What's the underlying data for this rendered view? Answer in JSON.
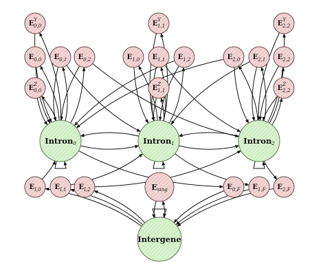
{
  "diagram": {
    "colors": {
      "exon_fill": "#f3d6d6",
      "exon_stroke": "#6b4a4a",
      "hub_fill": "#d9f3cf",
      "hub_stroke": "#5f7a55",
      "edge": "#111111"
    },
    "nodes": {
      "intron0": {
        "type": "hub",
        "base": "Intron",
        "sub": "0"
      },
      "intron1": {
        "type": "hub",
        "base": "Intron",
        "sub": "1"
      },
      "intron2": {
        "type": "hub",
        "base": "Intron",
        "sub": "2"
      },
      "intergene": {
        "type": "hub",
        "base": "Intergene",
        "sub": ""
      },
      "E0Y": {
        "type": "exon",
        "base": "E",
        "sub": "0,0",
        "sup": "Y"
      },
      "E00": {
        "type": "exon",
        "base": "E",
        "sub": "0,0",
        "sup": ""
      },
      "E0Z": {
        "type": "exon",
        "base": "E",
        "sub": "0,0",
        "sup": "Z"
      },
      "E01": {
        "type": "exon",
        "base": "E",
        "sub": "0,1",
        "sup": ""
      },
      "E02": {
        "type": "exon",
        "base": "E",
        "sub": "0,2",
        "sup": ""
      },
      "E10": {
        "type": "exon",
        "base": "E",
        "sub": "1,0",
        "sup": ""
      },
      "E11": {
        "type": "exon",
        "base": "E",
        "sub": "1,1",
        "sup": ""
      },
      "E1Y": {
        "type": "exon",
        "base": "E",
        "sub": "1,1",
        "sup": "Y"
      },
      "E1Z": {
        "type": "exon",
        "base": "E",
        "sub": "1,1",
        "sup": "Z"
      },
      "E12": {
        "type": "exon",
        "base": "E",
        "sub": "1,2",
        "sup": ""
      },
      "E20": {
        "type": "exon",
        "base": "E",
        "sub": "2,0",
        "sup": ""
      },
      "E21": {
        "type": "exon",
        "base": "E",
        "sub": "2,1",
        "sup": ""
      },
      "E22": {
        "type": "exon",
        "base": "E",
        "sub": "2,2",
        "sup": ""
      },
      "E2Y": {
        "type": "exon",
        "base": "E",
        "sub": "2,2",
        "sup": "Y"
      },
      "E2Z": {
        "type": "exon",
        "base": "E",
        "sub": "2,2",
        "sup": "Z"
      },
      "EI0": {
        "type": "exon",
        "base": "E",
        "sub": "I,0",
        "sup": ""
      },
      "EI1": {
        "type": "exon",
        "base": "E",
        "sub": "I,1",
        "sup": ""
      },
      "EI2": {
        "type": "exon",
        "base": "E",
        "sub": "I,2",
        "sup": ""
      },
      "Esing": {
        "type": "exon",
        "base": "E",
        "sub": "sing",
        "sup": "",
        "large": true
      },
      "E0F": {
        "type": "exon",
        "base": "E",
        "sub": "0,F",
        "sup": ""
      },
      "E1F": {
        "type": "exon",
        "base": "E",
        "sub": "1,F",
        "sup": ""
      },
      "E2F": {
        "type": "exon",
        "base": "E",
        "sub": "2,F",
        "sup": ""
      }
    },
    "edges": [
      [
        "intron0",
        "E0Y"
      ],
      [
        "intron0",
        "E00"
      ],
      [
        "intron0",
        "E0Z"
      ],
      [
        "intron0",
        "E01"
      ],
      [
        "intron0",
        "E02"
      ],
      [
        "E0Y",
        "intron0"
      ],
      [
        "E00",
        "intron0"
      ],
      [
        "E0Z",
        "intron0"
      ],
      [
        "E01",
        "intron0"
      ],
      [
        "E02",
        "intron0"
      ],
      [
        "intron1",
        "E1Y"
      ],
      [
        "intron1",
        "E10"
      ],
      [
        "intron1",
        "E11"
      ],
      [
        "intron1",
        "E1Z"
      ],
      [
        "intron1",
        "E12"
      ],
      [
        "E10",
        "intron1"
      ],
      [
        "E11",
        "intron1"
      ],
      [
        "E12",
        "intron1"
      ],
      [
        "E1Y",
        "intron1"
      ],
      [
        "E1Z",
        "intron1"
      ],
      [
        "intron2",
        "E2Y"
      ],
      [
        "intron2",
        "E20"
      ],
      [
        "intron2",
        "E21"
      ],
      [
        "intron2",
        "E22"
      ],
      [
        "intron2",
        "E2Z"
      ],
      [
        "E2Y",
        "intron2"
      ],
      [
        "E2Z",
        "intron2"
      ],
      [
        "E20",
        "intron2"
      ],
      [
        "E21",
        "intron2"
      ],
      [
        "E22",
        "intron2"
      ],
      [
        "E02",
        "intron2"
      ],
      [
        "E12",
        "intron0"
      ],
      [
        "E20",
        "intron0"
      ],
      [
        "E01",
        "intron1"
      ],
      [
        "E21",
        "intron1"
      ],
      [
        "E11",
        "intron2"
      ],
      [
        "intron0",
        "intron1"
      ],
      [
        "intron1",
        "intron0"
      ],
      [
        "intron1",
        "intron2"
      ],
      [
        "intron2",
        "intron1"
      ],
      [
        "EI0",
        "intron0"
      ],
      [
        "EI1",
        "intron1"
      ],
      [
        "EI2",
        "intron2"
      ],
      [
        "intron0",
        "E0F"
      ],
      [
        "intron1",
        "E1F"
      ],
      [
        "intron2",
        "E2F"
      ],
      [
        "intergene",
        "EI0"
      ],
      [
        "intergene",
        "EI1"
      ],
      [
        "intergene",
        "EI2"
      ],
      [
        "intergene",
        "Esing"
      ],
      [
        "Esing",
        "intergene"
      ],
      [
        "E0F",
        "intergene"
      ],
      [
        "E1F",
        "intergene"
      ],
      [
        "E2F",
        "intergene"
      ]
    ],
    "self_loops": [
      "intron0",
      "intron1",
      "intron2",
      "intergene"
    ]
  }
}
